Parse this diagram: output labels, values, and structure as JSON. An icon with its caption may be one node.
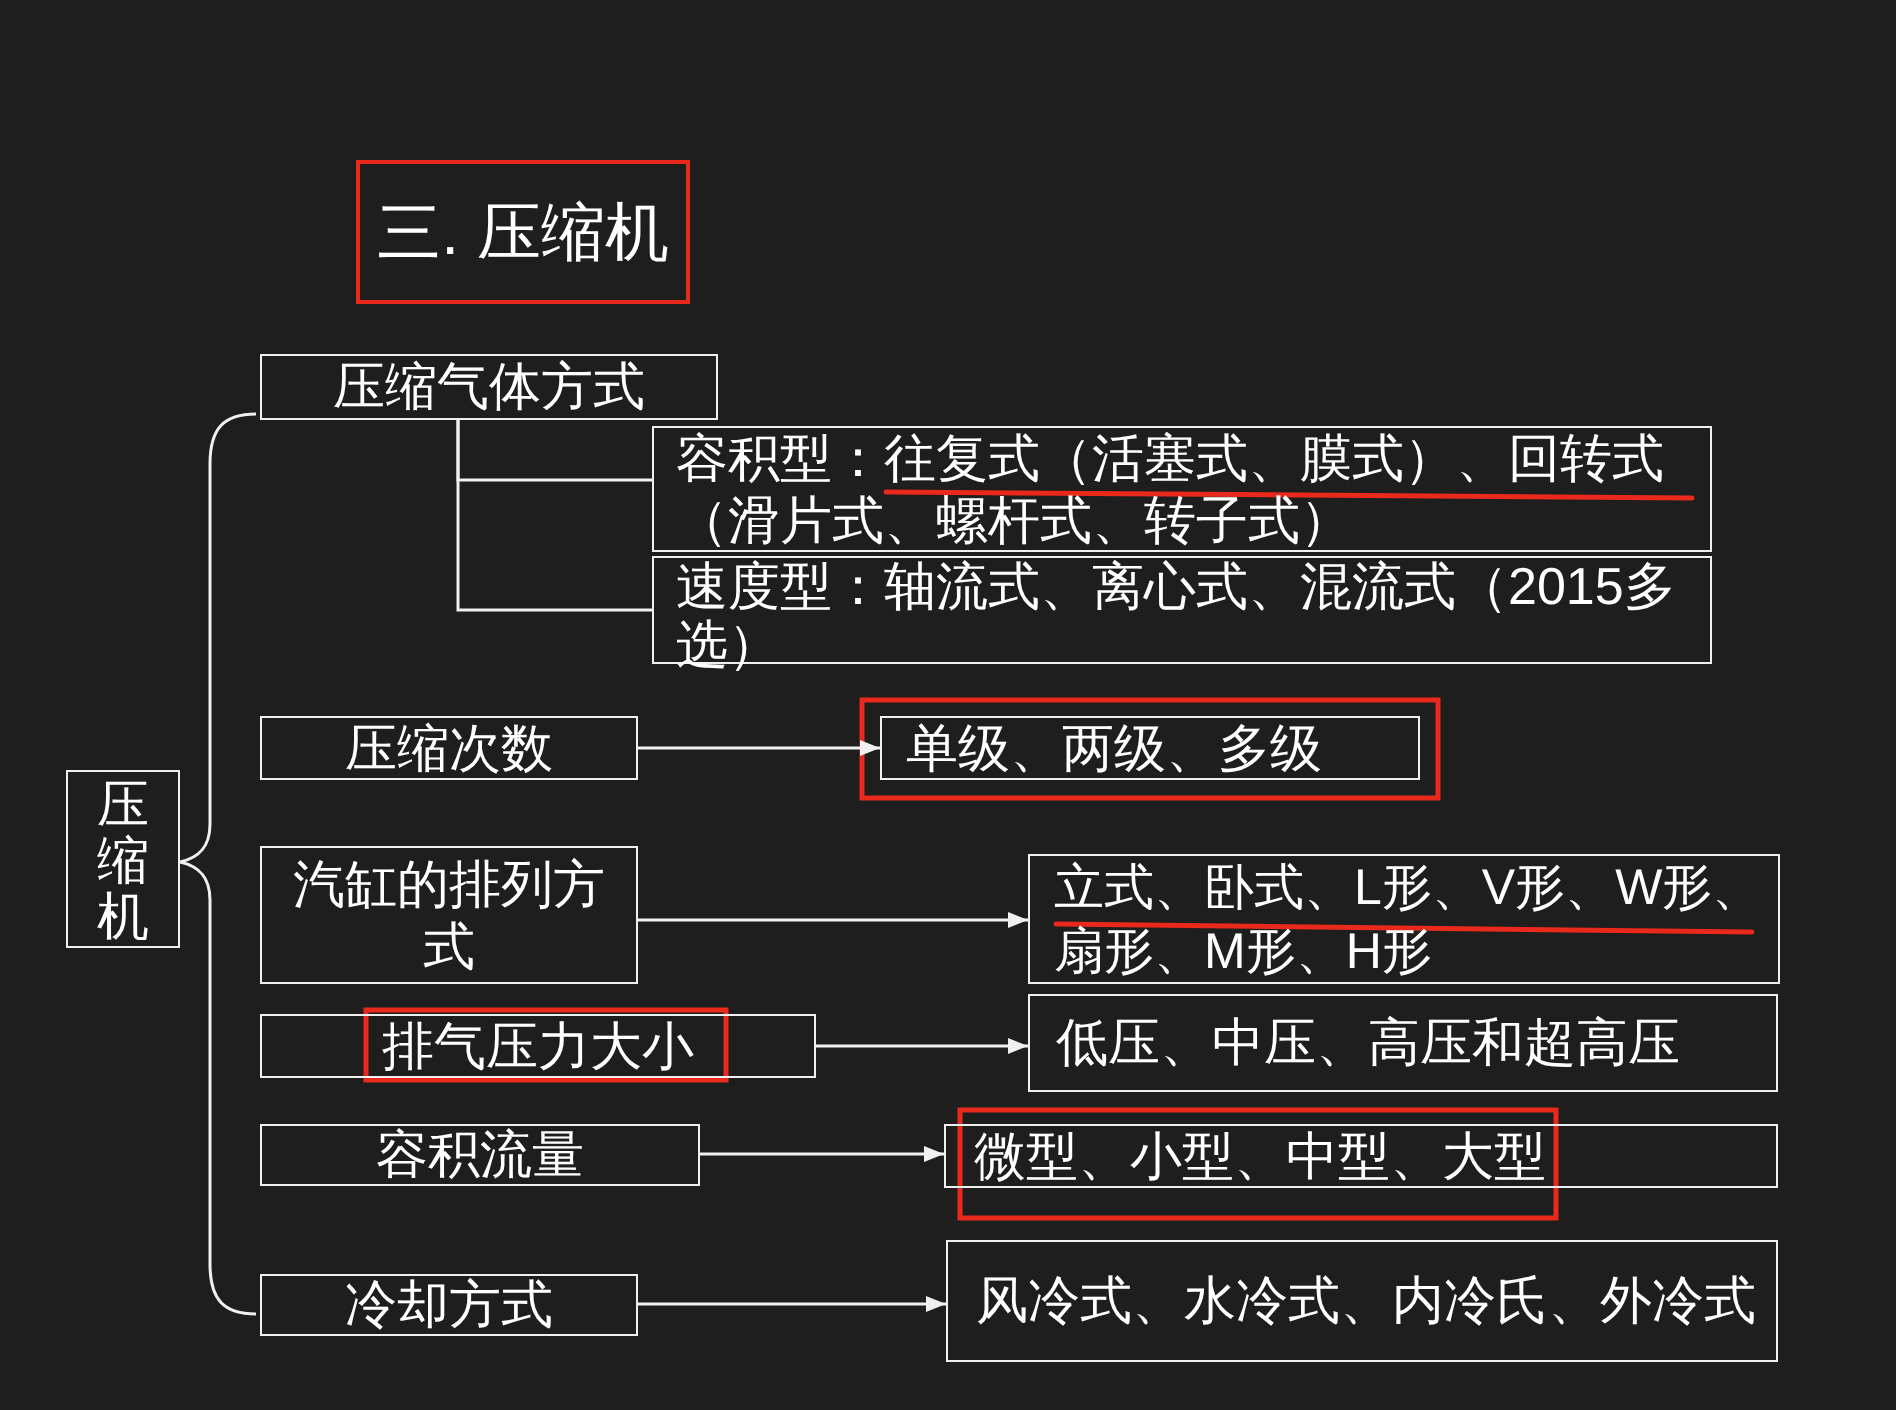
{
  "diagram": {
    "title": "三. 压缩机",
    "nodes": [
      {
        "text": [
          "压缩机"
        ]
      },
      {
        "text": [
          "压缩气体方式"
        ]
      },
      {
        "text": [
          "容积型：往复式（活塞式、膜式）、回转式（滑片式、螺杆式、转子式）"
        ]
      },
      {
        "text": [
          "速度型：轴流式、离心式、混流式（2015多选）"
        ]
      },
      {
        "text": [
          "压缩次数"
        ]
      },
      {
        "text": [
          "单级、两级、多级"
        ]
      },
      {
        "text": [
          "汽缸的排列方式"
        ]
      },
      {
        "text": [
          "立式、卧式、L形、V形、W形、扇形、M形、H形"
        ]
      },
      {
        "text": [
          "排气压力大小"
        ]
      },
      {
        "text": [
          "低压、中压、高压和超高压"
        ]
      },
      {
        "text": [
          "容积流量"
        ]
      },
      {
        "text": [
          "微型、小型、中型、大型"
        ]
      },
      {
        "text": [
          "冷却方式"
        ]
      },
      {
        "text": [
          "风冷式、水冷式、内冷氏、外冷式"
        ]
      }
    ],
    "edges": [
      {
        "from": 1,
        "to": 2,
        "arrow": "none"
      },
      {
        "from": 1,
        "to": 3,
        "arrow": "none"
      },
      {
        "from": 4,
        "to": 5,
        "arrow": "to"
      },
      {
        "from": 6,
        "to": 7,
        "arrow": "to"
      },
      {
        "from": 8,
        "to": 9,
        "arrow": "to"
      },
      {
        "from": 10,
        "to": 11,
        "arrow": "to"
      },
      {
        "from": 12,
        "to": 13,
        "arrow": "to"
      }
    ]
  }
}
